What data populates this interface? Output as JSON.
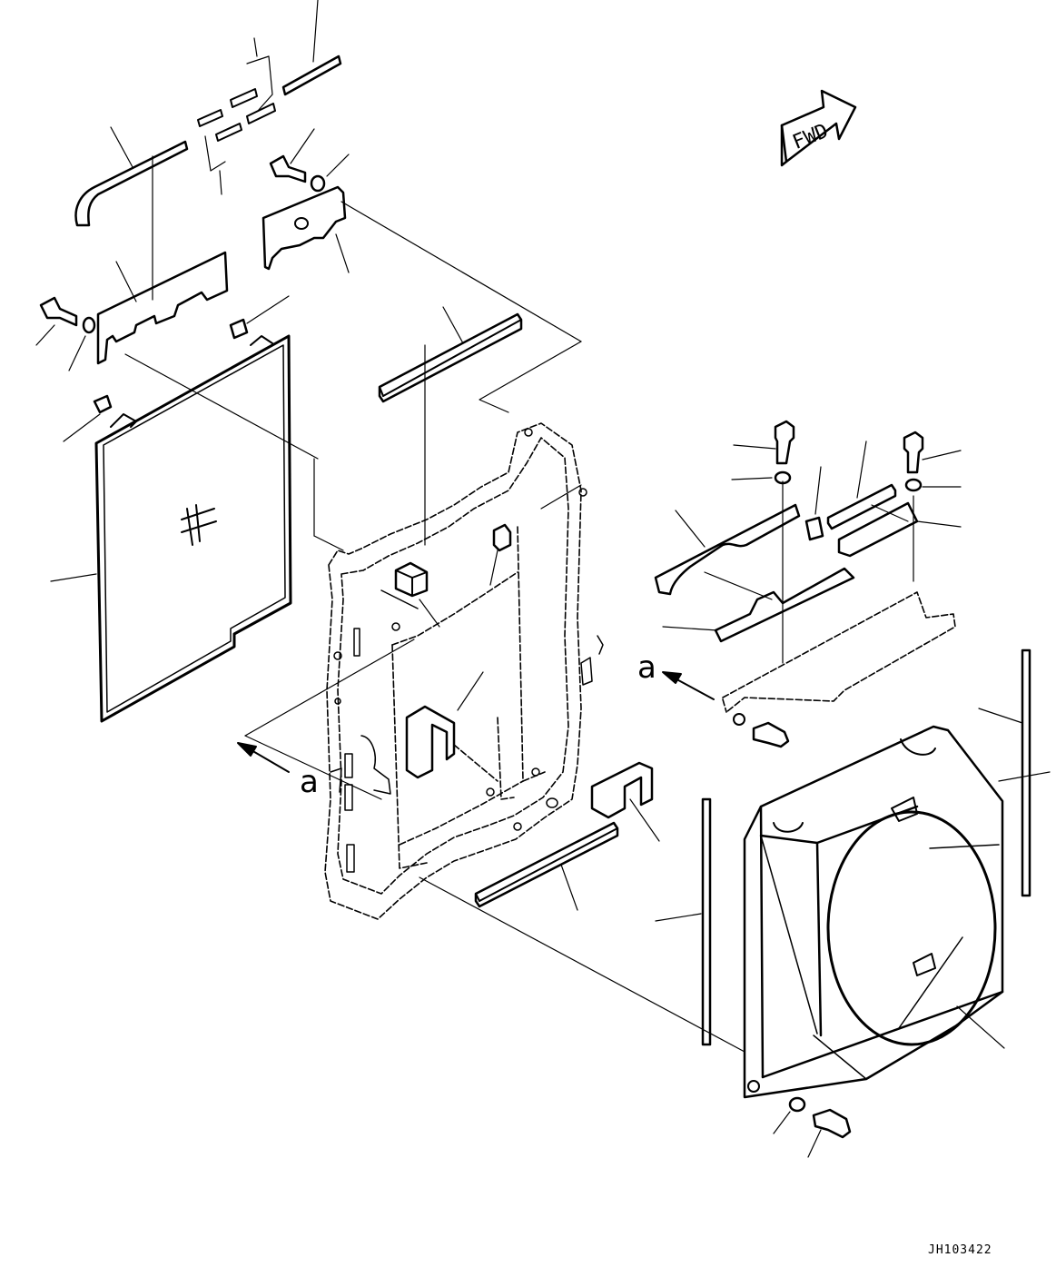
{
  "diagram": {
    "direction_label": "FWD",
    "view_marker_left": "a",
    "view_marker_right": "a",
    "drawing_code": "JH103422"
  }
}
